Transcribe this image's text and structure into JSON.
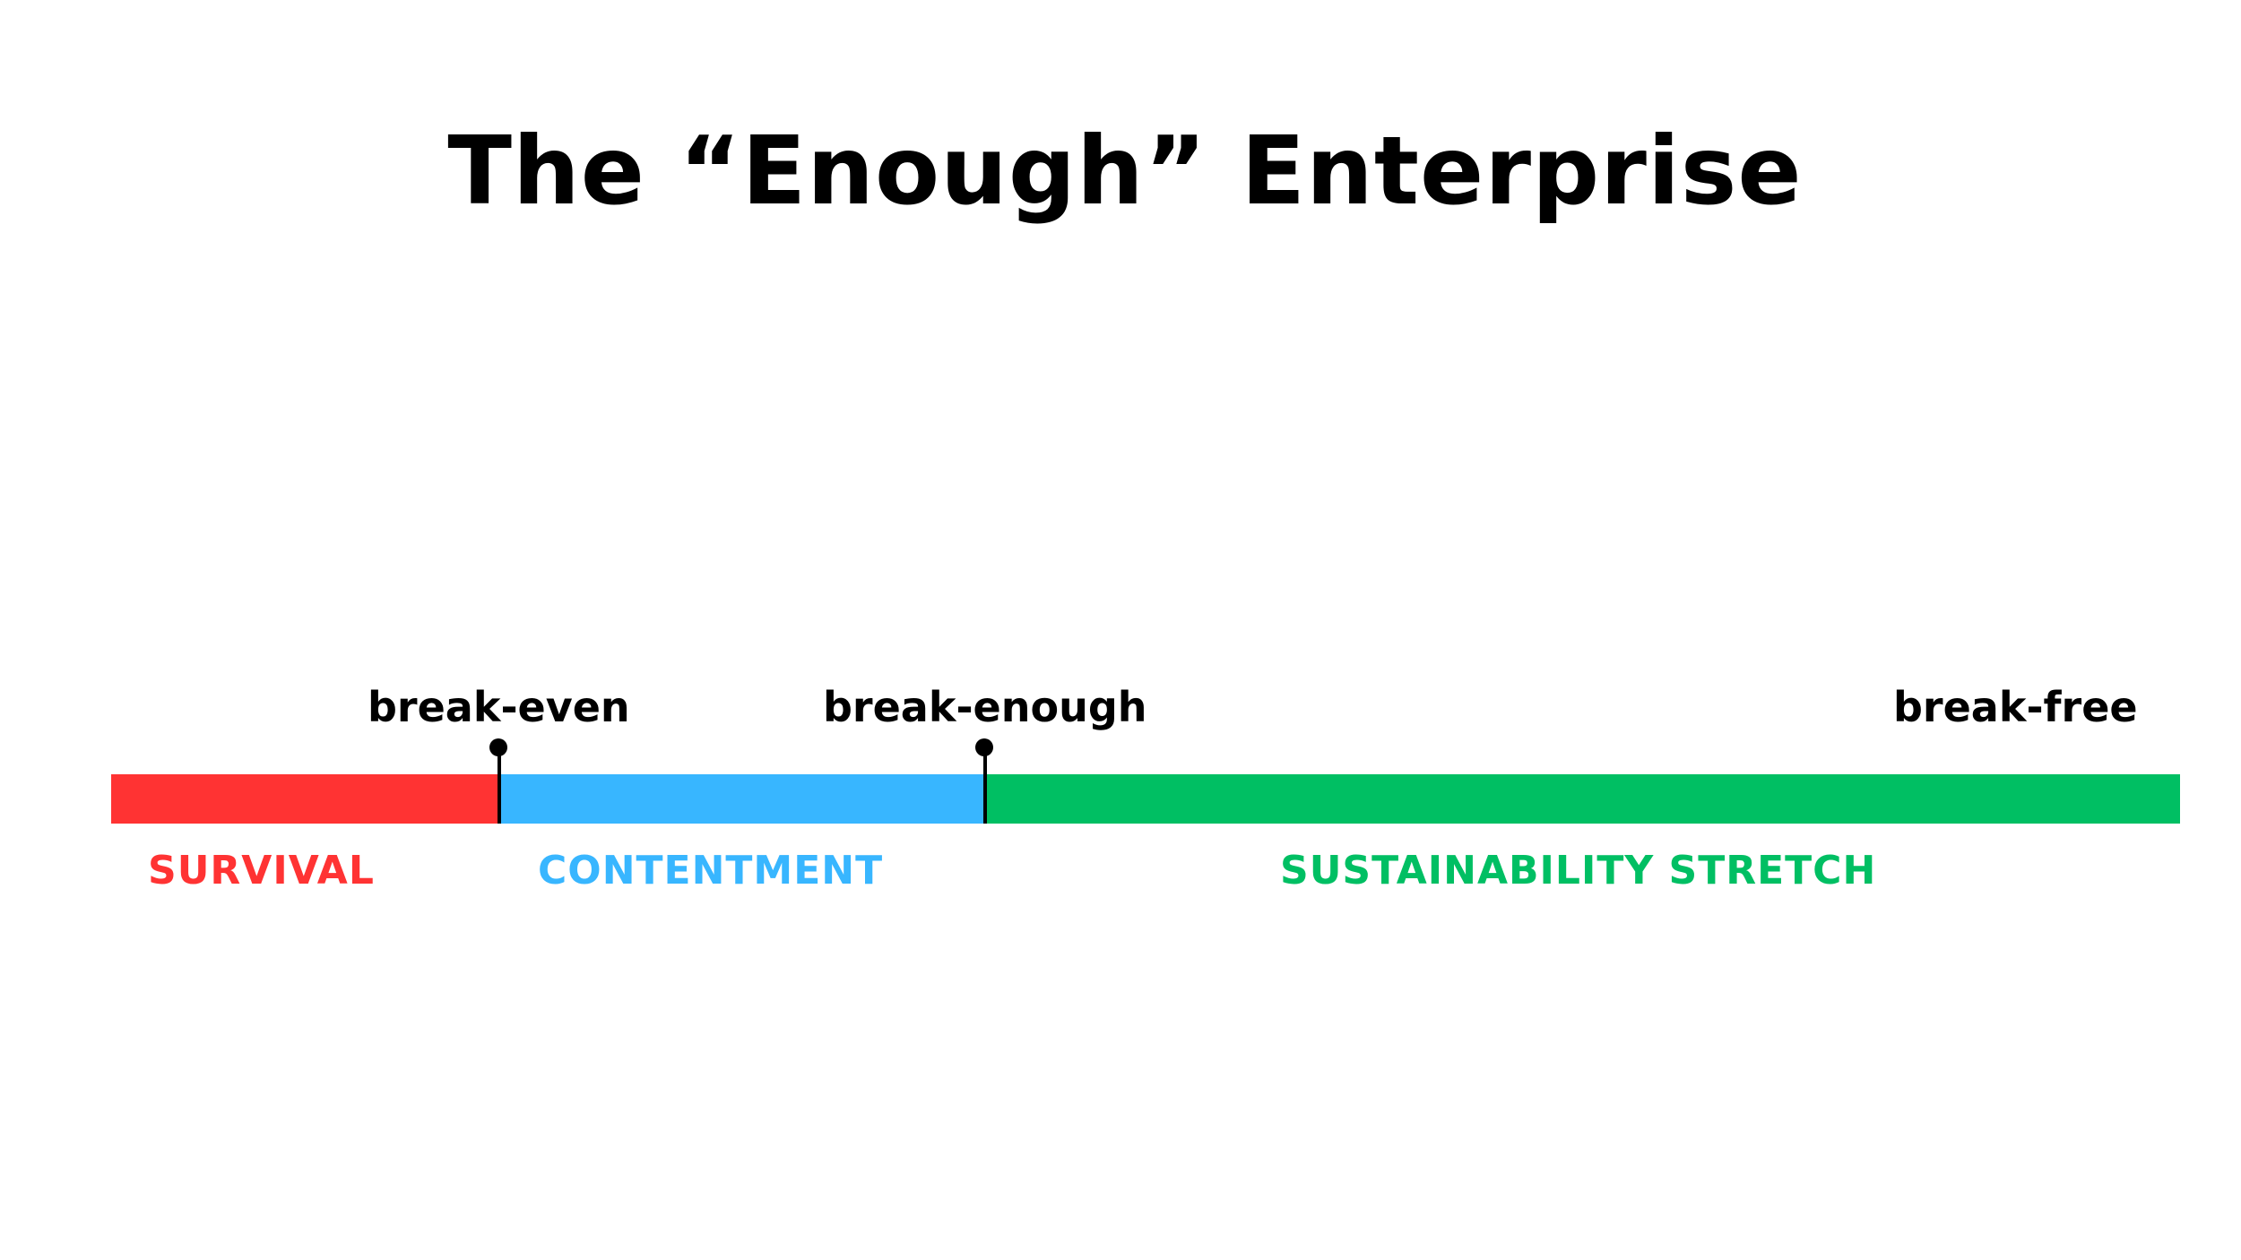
{
  "title": "The “Enough” Enterprise",
  "markers": {
    "break_even": "break-even",
    "break_enough": "break-enough",
    "break_free": "break-free"
  },
  "zones": {
    "survival": {
      "label": "SURVIVAL",
      "color": "#ff3333"
    },
    "contentment": {
      "label": "CONTENTMENT",
      "color": "#38b6ff"
    },
    "sustainability": {
      "label": "SUSTAINABILITY STRETCH",
      "color": "#00bf63"
    }
  }
}
